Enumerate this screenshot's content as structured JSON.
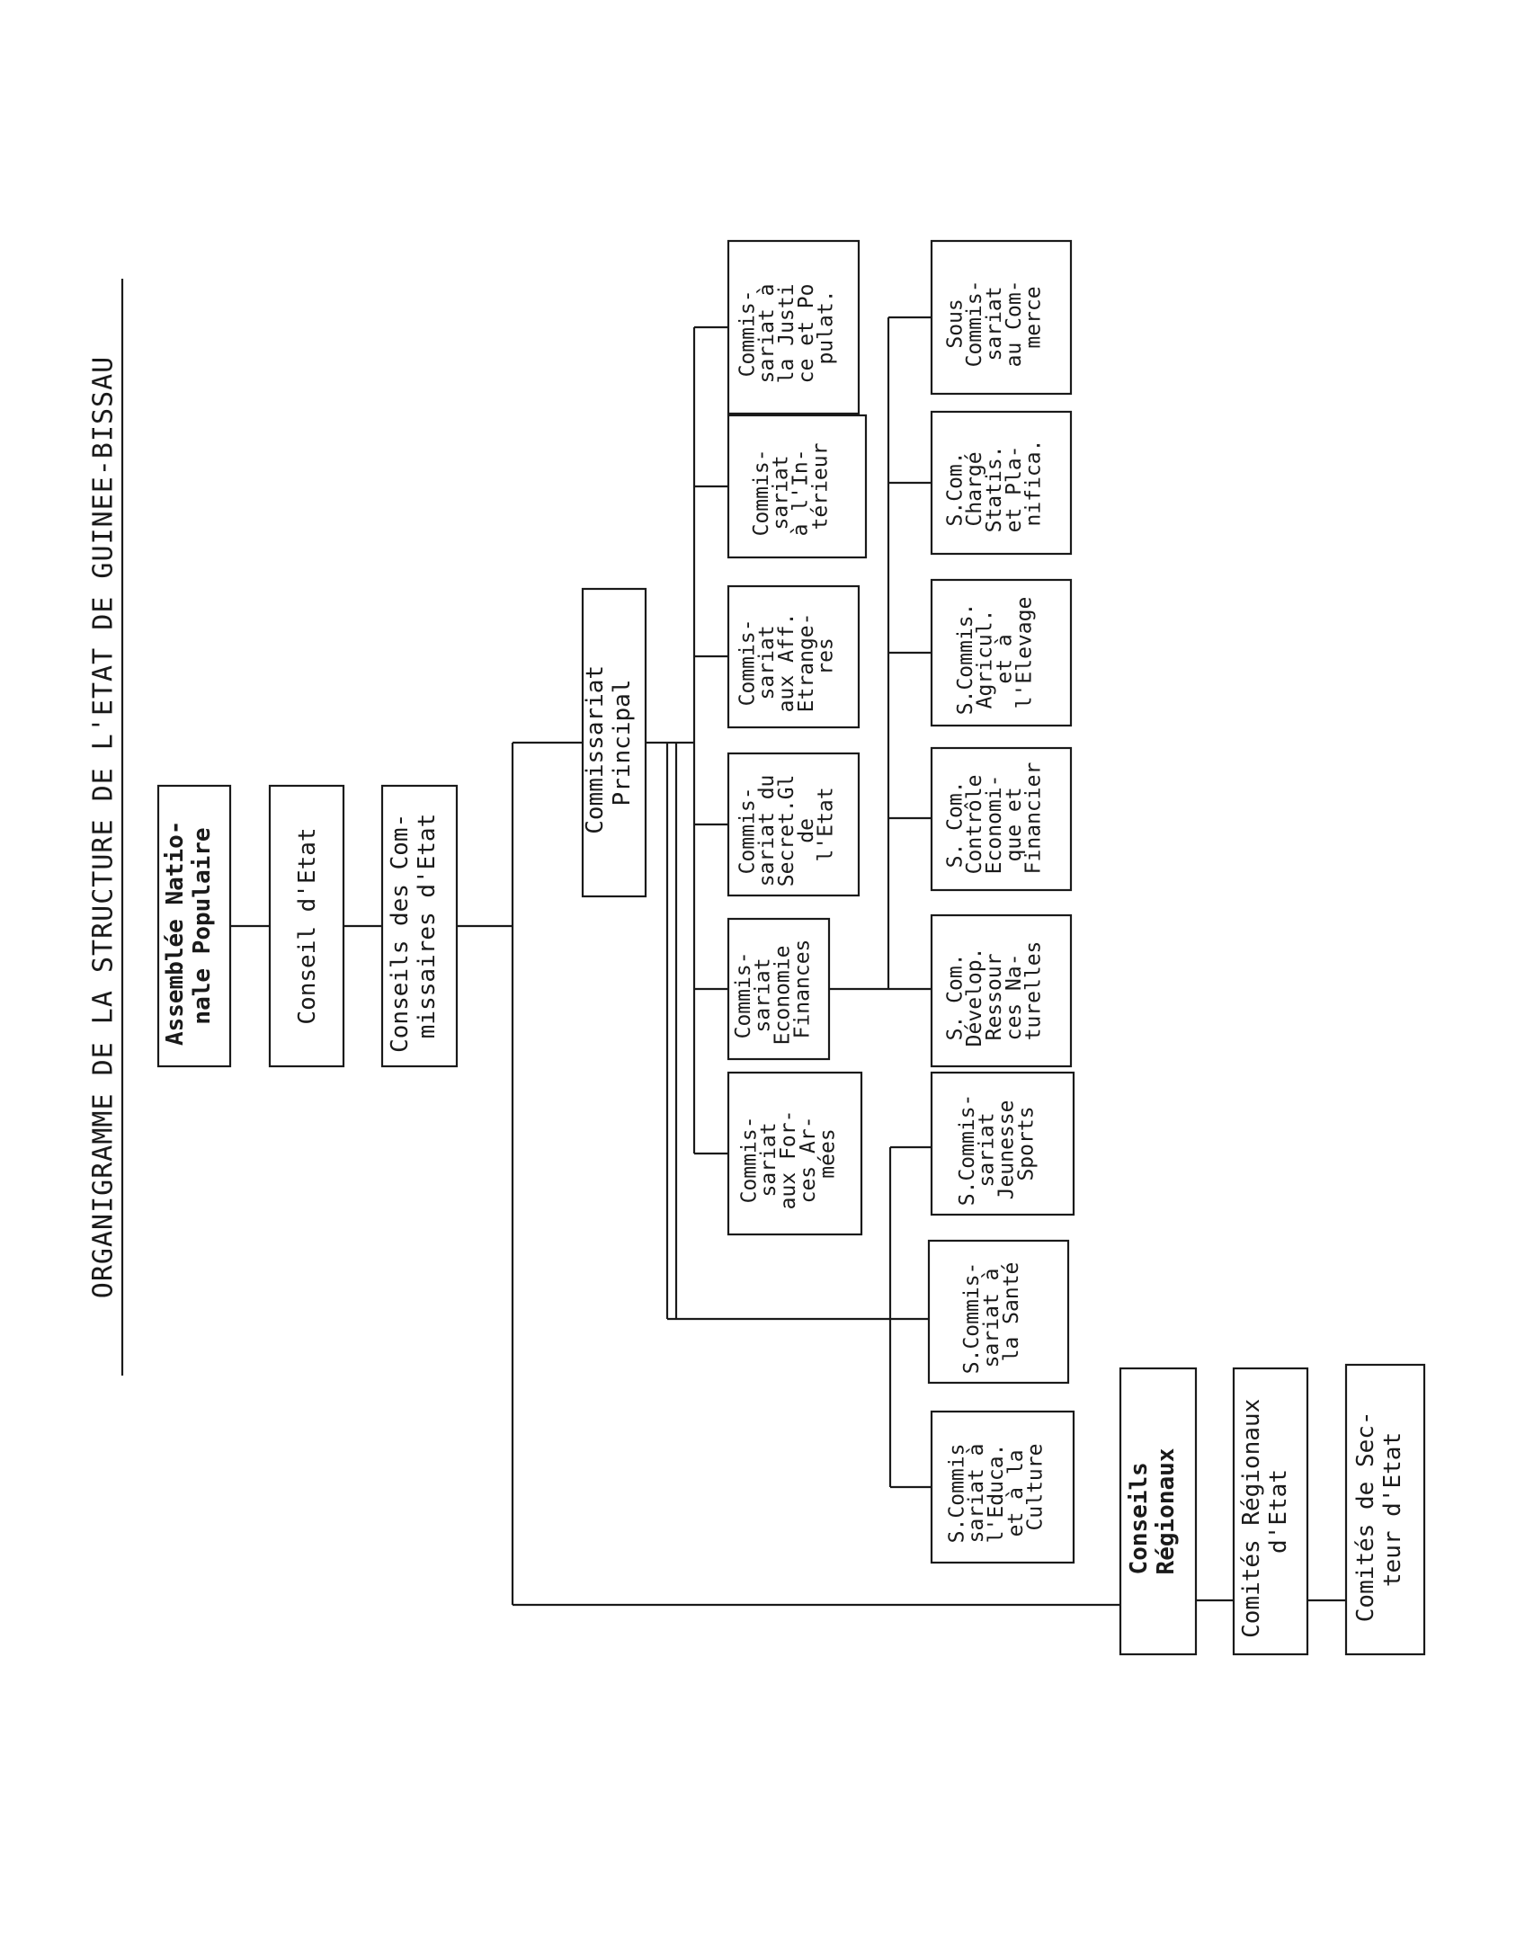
{
  "title": "ORGANIGRAMME DE LA STRUCTURE DE L'ETAT DE GUINEE-BISSAU",
  "nodes": {
    "assemblee": {
      "lines": [
        "Assemblée Natio-",
        "nale Populaire"
      ]
    },
    "conseil_etat": {
      "lines": [
        "Conseil d'Etat"
      ]
    },
    "conseils_commissaires": {
      "lines": [
        "Conseils des Com-",
        "missaires d'Etat"
      ]
    },
    "commissariat_principal": {
      "lines": [
        "Commissariat",
        "Principal"
      ]
    },
    "justice": {
      "lines": [
        "Commis-",
        "sariat à",
        "la Justi",
        "ce et Po",
        "pulat."
      ]
    },
    "interieur": {
      "lines": [
        "Commis-",
        "sariat",
        "à l'In-",
        "térieur"
      ]
    },
    "aff_etrangeres": {
      "lines": [
        "Commis-",
        "sariat",
        "aux Aff.",
        "Etrange-",
        "res"
      ]
    },
    "secret_gl": {
      "lines": [
        "Commis-",
        "sariat du",
        "Secret.Gl",
        "de",
        "l'Etat"
      ]
    },
    "economie": {
      "lines": [
        "Commis-",
        "sariat",
        "Economie",
        "Finances"
      ]
    },
    "forces_armees": {
      "lines": [
        "Commis-",
        "sariat",
        "aux For-",
        "ces Ar-",
        "mées"
      ]
    },
    "commerce": {
      "lines": [
        "Sous",
        "Commis-",
        "sariat",
        "au Com-",
        "merce"
      ]
    },
    "statis_planif": {
      "lines": [
        "S.Com.",
        "Chargé",
        "Statis.",
        "et Pla-",
        "nifica."
      ]
    },
    "agricul_elevage": {
      "lines": [
        "S.Commis.",
        "Agricul.",
        "et à",
        "l'Elevage"
      ]
    },
    "controle_economique": {
      "lines": [
        "S. Com.",
        "Contrôle",
        "Economi-",
        "que et",
        "Financier"
      ]
    },
    "ressources_naturelles": {
      "lines": [
        "S. Com.",
        "Dévelop.",
        "Ressour",
        "ces Na-",
        "turelles"
      ]
    },
    "jeunesse_sports": {
      "lines": [
        "S.Commis-",
        "sariat",
        "Jeunesse",
        "Sports"
      ]
    },
    "sante": {
      "lines": [
        "S.Commis-",
        "sariat à",
        "la Santé"
      ]
    },
    "education_culture": {
      "lines": [
        "S.Commis",
        "sariat à",
        "l'Educa.",
        "et à la",
        "Culture"
      ]
    },
    "conseils_regionaux": {
      "lines": [
        "Conseils",
        "Régionaux"
      ]
    },
    "comites_regionaux": {
      "lines": [
        "Comités Régionaux",
        "d'Etat"
      ]
    },
    "comites_secteur": {
      "lines": [
        "Comités de Sec-",
        "teur d'Etat"
      ]
    }
  }
}
